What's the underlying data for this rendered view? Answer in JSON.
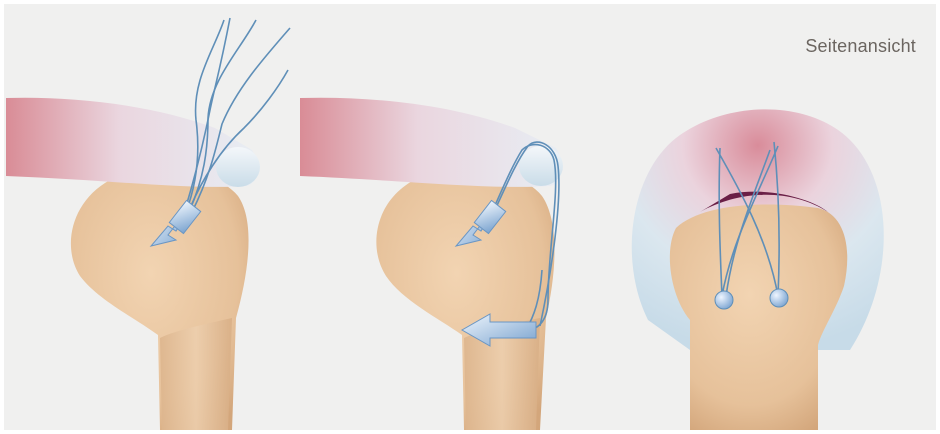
{
  "view_label": "Seitenansicht",
  "colors": {
    "bone": "#e9c6a0",
    "bone_shadow": "#d7aa80",
    "tendon_red": "#d98c96",
    "tendon_blue": "#d6e6f0",
    "suture": "#5f8fb8",
    "anchor": "#8fb4dc",
    "background": "#f0f0ef"
  },
  "panels": [
    {
      "name": "panel-1",
      "description_icons": [
        "anchor-arrow-icon"
      ]
    },
    {
      "name": "panel-2",
      "description_icons": [
        "anchor-arrow-icon",
        "lateral-anchor-arrow-icon"
      ]
    },
    {
      "name": "panel-3",
      "description_icons": [
        "anchor-knob-icon",
        "anchor-knob-icon"
      ]
    }
  ]
}
